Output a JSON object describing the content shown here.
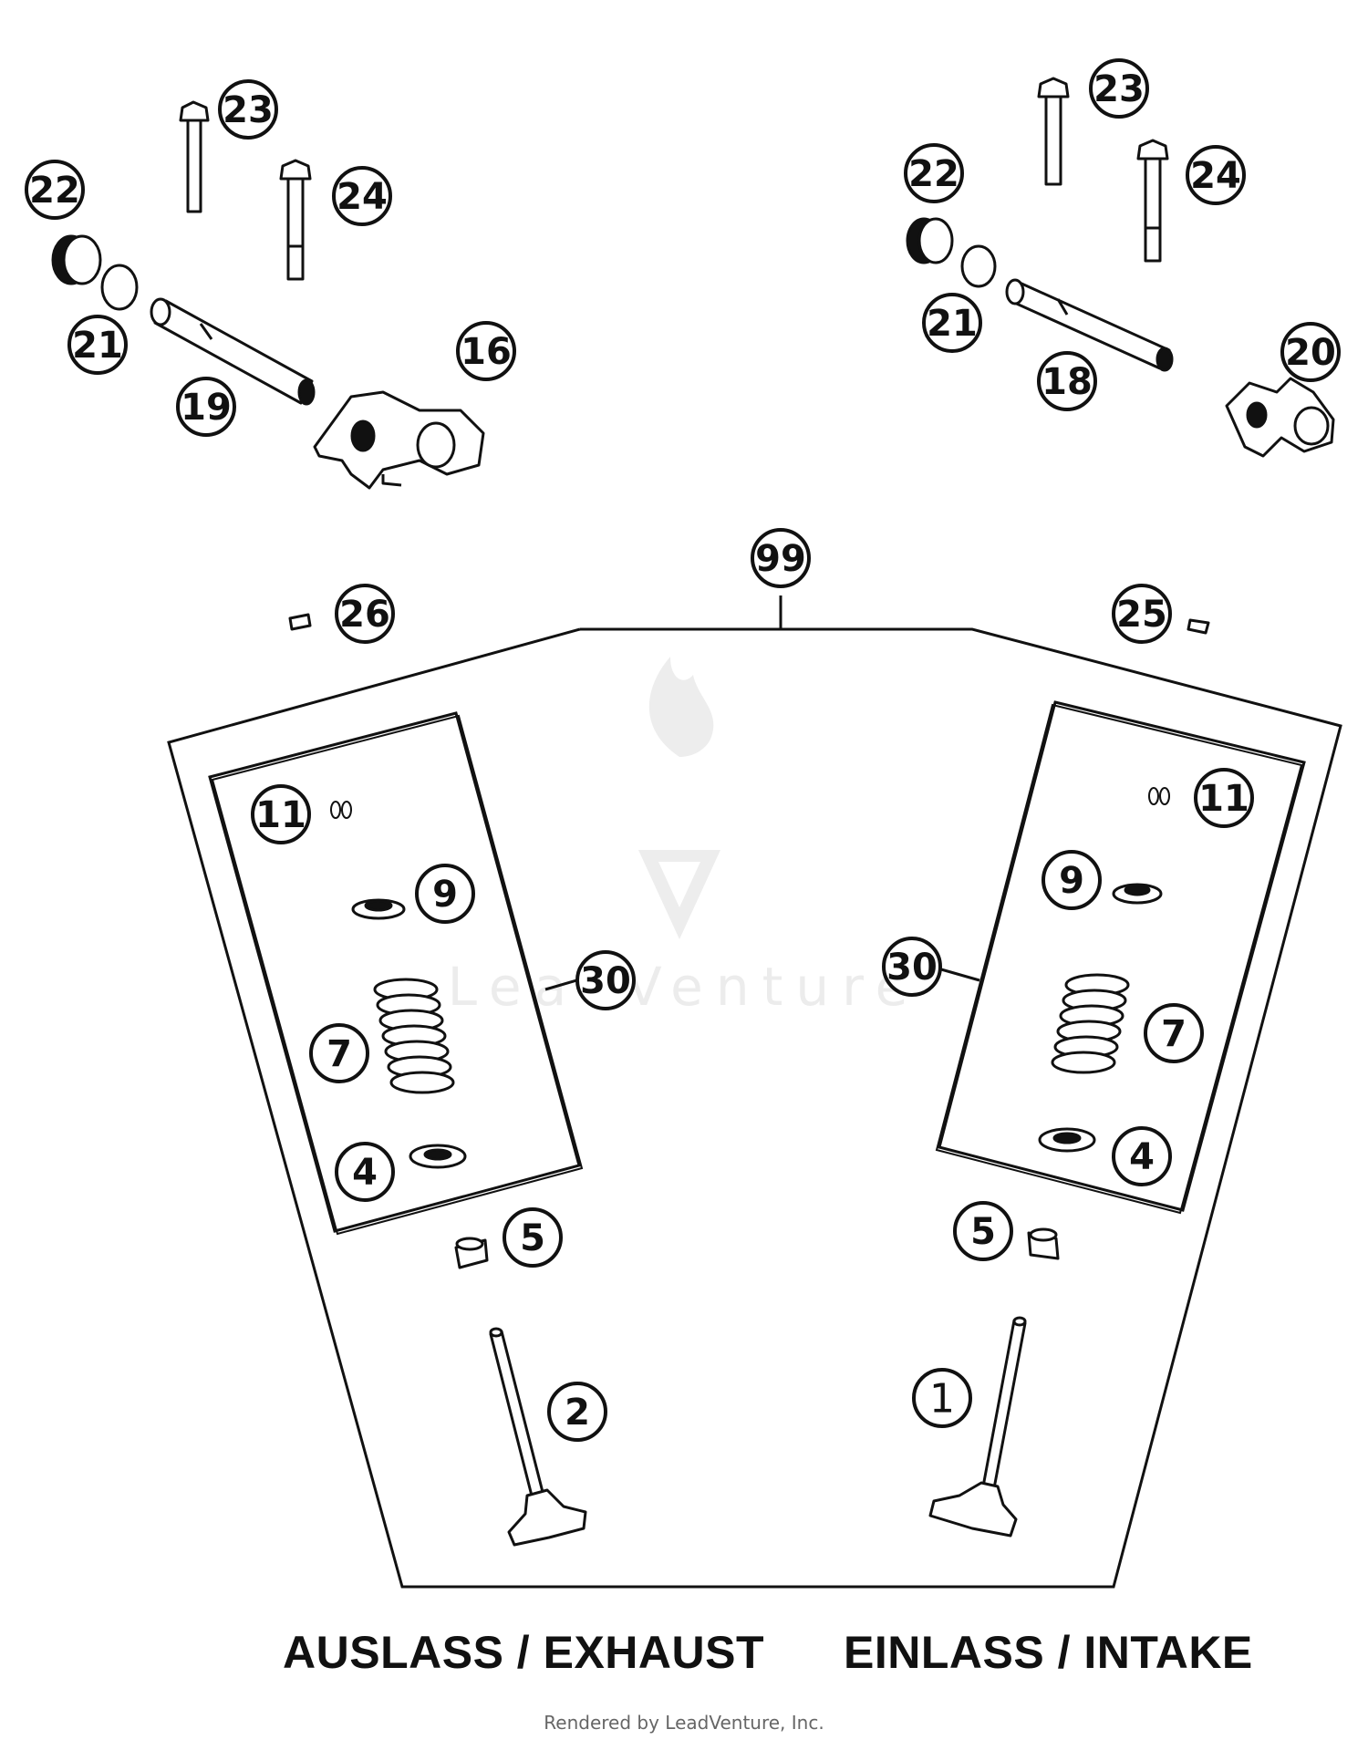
{
  "watermark": {
    "name": "LeadVenture",
    "color": "#e6e6e6"
  },
  "callouts": [
    "1",
    "2",
    "4",
    "5",
    "7",
    "9",
    "11",
    "16",
    "18",
    "19",
    "20",
    "21",
    "22",
    "23",
    "24",
    "25",
    "26",
    "30",
    "99"
  ],
  "labels": {
    "exhaust": "AUSLASS / EXHAUST",
    "intake": "EINLASS / INTAKE"
  },
  "credit": "Rendered by LeadVenture, Inc.",
  "colors": {
    "line": "#111111",
    "background": "#ffffff"
  }
}
